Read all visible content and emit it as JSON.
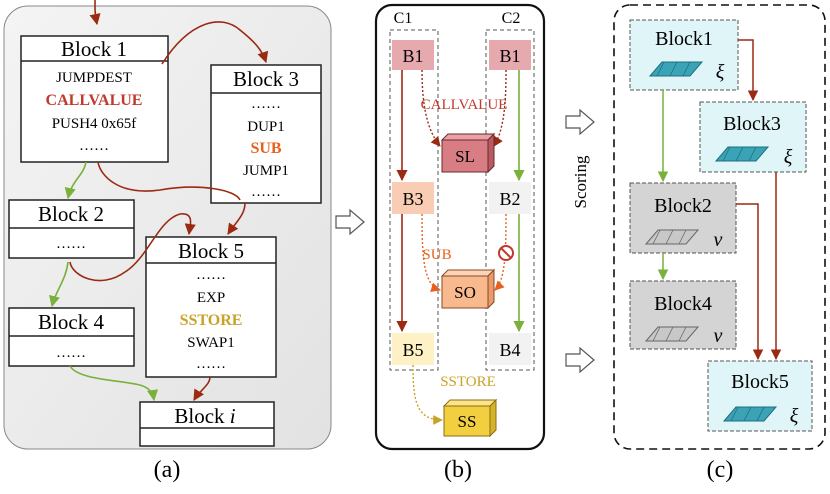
{
  "panel_a": {
    "caption": "(a)",
    "block1": {
      "title": "Block 1",
      "lines": [
        "JUMPDEST",
        "CALLVALUE",
        "PUSH4 0x65f",
        "……"
      ]
    },
    "block2": {
      "title": "Block 2",
      "lines": [
        "……"
      ]
    },
    "block3": {
      "title": "Block 3",
      "lines": [
        "……",
        "DUP1",
        "SUB",
        "JUMP1",
        "……"
      ]
    },
    "block4": {
      "title": "Block 4",
      "lines": [
        "……"
      ]
    },
    "block5": {
      "title": "Block 5",
      "lines": [
        "……",
        "EXP",
        "SSTORE",
        "SWAP1",
        "……"
      ]
    },
    "blocki": {
      "title": "Block ",
      "title_italic": "i"
    }
  },
  "panel_b": {
    "caption": "(b)",
    "c1_label": "C1",
    "c2_label": "C2",
    "nodes": {
      "c1_b1": "B1",
      "c1_b3": "B3",
      "c1_b5": "B5",
      "c2_b1": "B1",
      "c2_b2": "B2",
      "c2_b4": "B4"
    },
    "ops": {
      "callvalue": "CALLVALUE",
      "sub": "SUB",
      "sstore": "SSTORE"
    },
    "cubes": {
      "sl": "SL",
      "so": "SO",
      "ss": "SS"
    }
  },
  "scoring_label": "Scoring",
  "panel_c": {
    "caption": "(c)",
    "blocks": [
      {
        "name": "Block1",
        "symbol": "ξ"
      },
      {
        "name": "Block3",
        "symbol": "ξ"
      },
      {
        "name": "Block2",
        "symbol": "ν"
      },
      {
        "name": "Block4",
        "symbol": "ν"
      },
      {
        "name": "Block5",
        "symbol": "ξ"
      }
    ]
  },
  "colors": {
    "red_arrow": "#9b2a12",
    "green_arrow": "#79b13a",
    "callvalue": "#c0392b",
    "sub": "#e8601c",
    "sstore": "#c9a227",
    "cyan_fill": "#dff5f8",
    "gray_fill": "#d4d4d4",
    "teal_chip": "#3aa3b6"
  }
}
